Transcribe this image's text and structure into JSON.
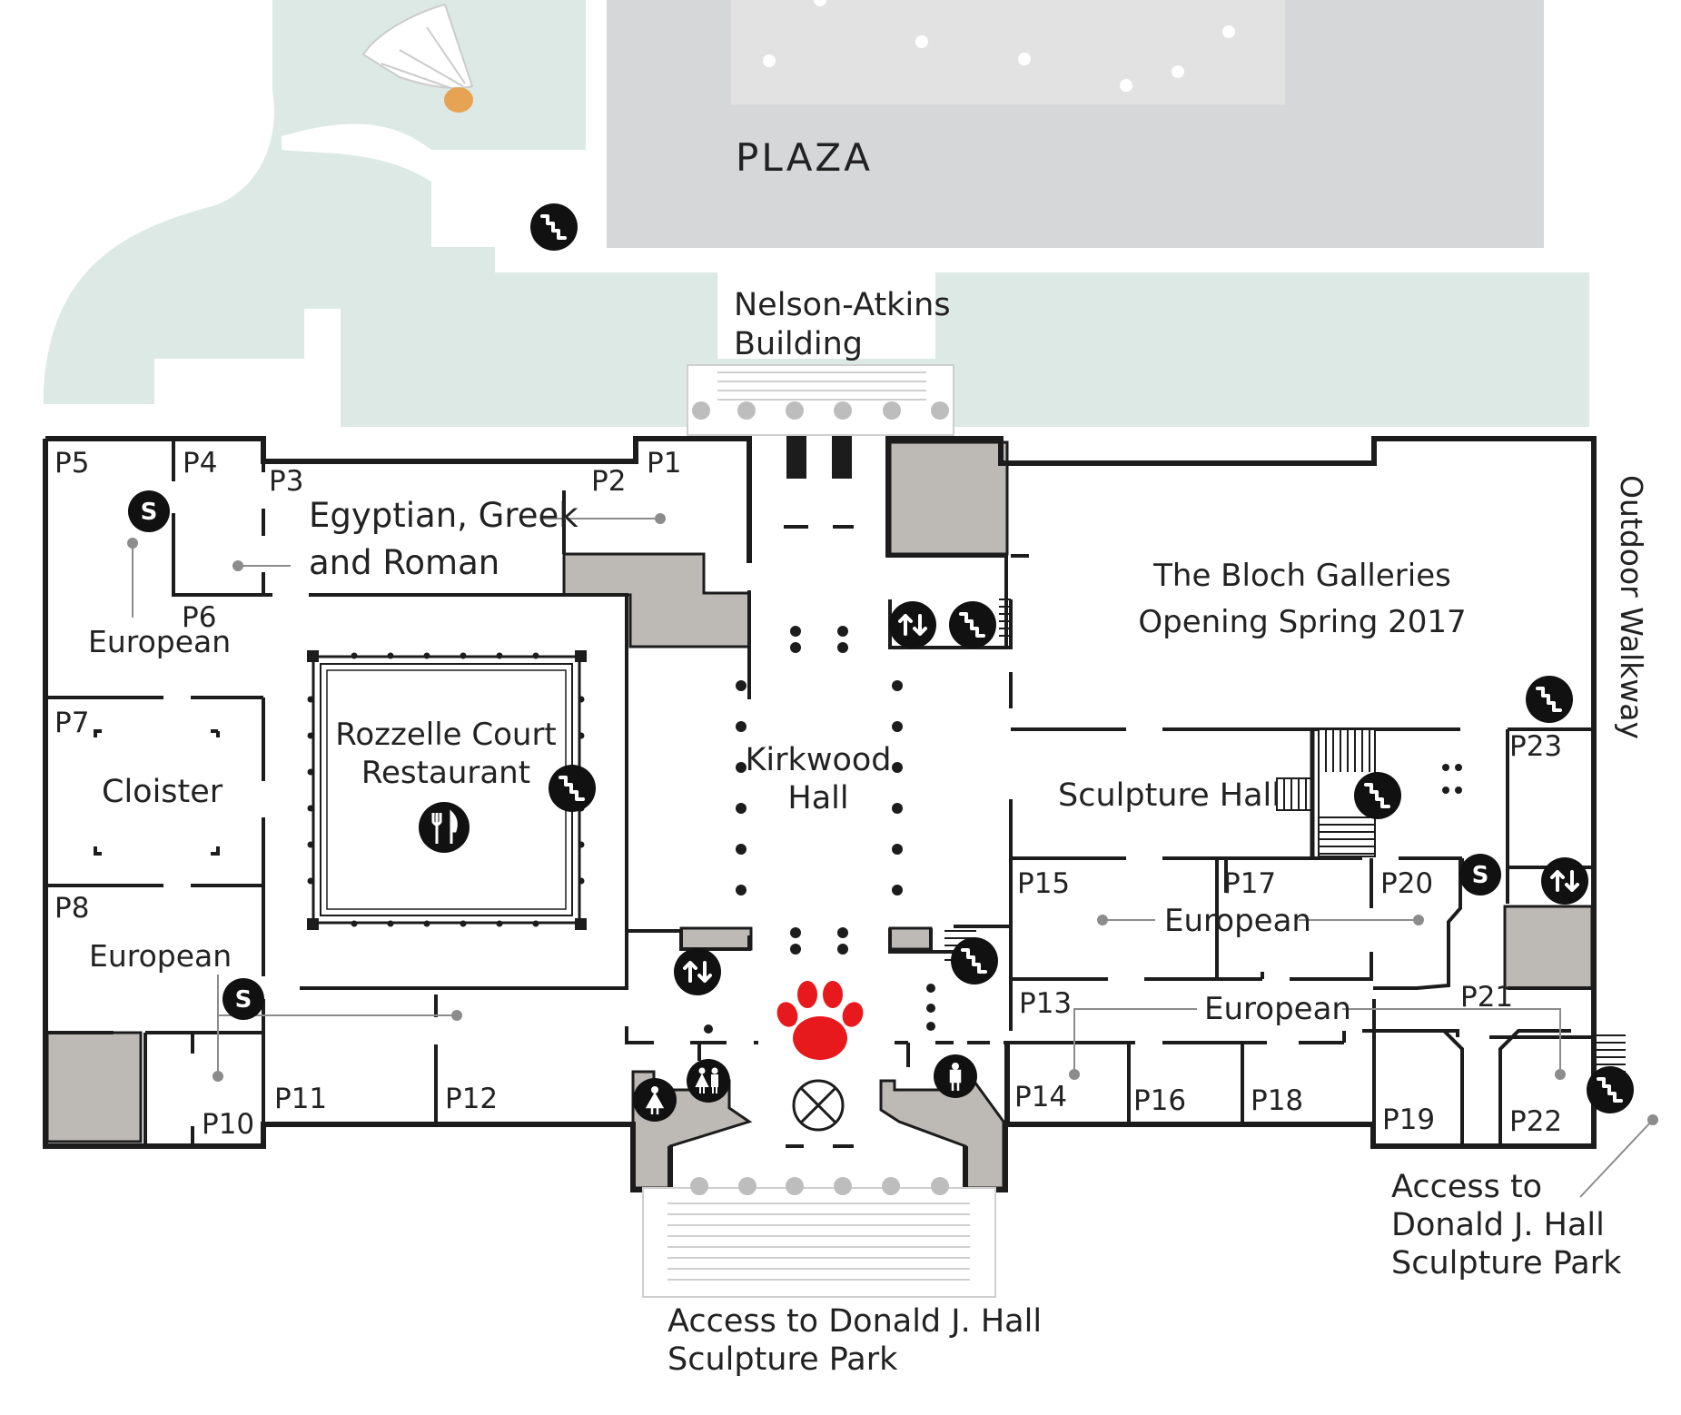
{
  "map": {
    "colors": {
      "lawn": "#dde9e4",
      "plaza": "#d6d7d9",
      "plaza_inner": "#e2e2e3",
      "wall": "#1c1c1c",
      "service": "#bdb9b5",
      "paw": "#e8191c",
      "shuttlecock_tip": "#e5a353"
    },
    "areas": {
      "plaza": "PLAZA",
      "nelson_atkins_line1": "Nelson-Atkins",
      "nelson_atkins_line2": "Building",
      "outdoor_walkway": "Outdoor Walkway",
      "egyptian_line1": "Egyptian, Greek",
      "egyptian_line2": "and Roman",
      "european_p6": "European",
      "cloister": "Cloister",
      "european_p8": "European",
      "rozzelle_line1": "Rozzelle Court",
      "rozzelle_line2": "Restaurant",
      "kirkwood_line1": "Kirkwood",
      "kirkwood_line2": "Hall",
      "bloch_line1": "The Bloch Galleries",
      "bloch_line2": "Opening Spring 2017",
      "sculpture_hall": "Sculpture Hall",
      "european_p17": "European",
      "european_p13": "European",
      "access_south_line1": "Access to Donald J. Hall",
      "access_south_line2": "Sculpture Park",
      "access_east_line1": "Access to",
      "access_east_line2": "Donald J. Hall",
      "access_east_line3": "Sculpture Park"
    },
    "galleries": [
      "P1",
      "P2",
      "P3",
      "P4",
      "P5",
      "P6",
      "P7",
      "P8",
      "P10",
      "P11",
      "P12",
      "P13",
      "P14",
      "P15",
      "P16",
      "P17",
      "P18",
      "P19",
      "P20",
      "P21",
      "P22",
      "P23"
    ],
    "icons": {
      "stairs": "stairs-icon",
      "elevator": "elevator-icon",
      "shop": "S",
      "restaurant": "restaurant-icon",
      "restroom_women": "restroom-women-icon",
      "restroom_family": "restroom-family-icon",
      "restroom_men": "restroom-men-icon",
      "info": "information-desk-icon",
      "paw": "you-are-here-paw-icon",
      "shuttlecock": "shuttlecock-sculpture-icon"
    }
  }
}
